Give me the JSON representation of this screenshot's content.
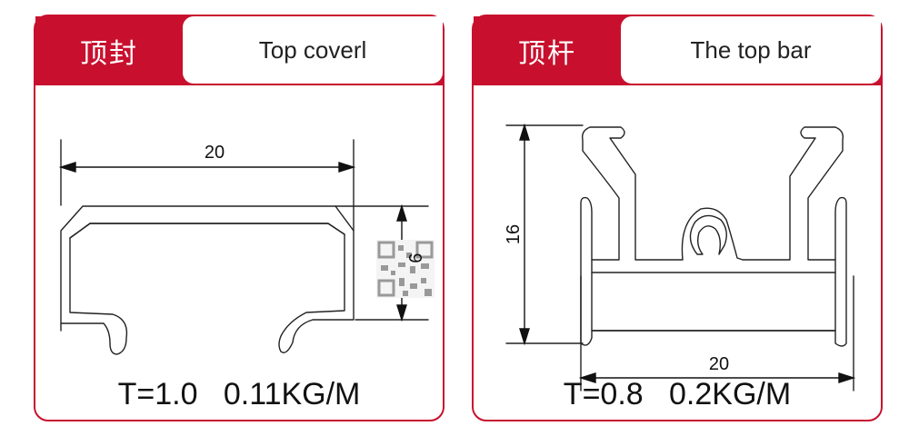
{
  "left_card": {
    "title_cn": "顶封",
    "title_en": "Top coverl",
    "width_dim": "20",
    "height_dim": "9",
    "spec": "T=1.0   0.11KG/M"
  },
  "right_card": {
    "title_cn": "顶杆",
    "title_en": "The top bar",
    "width_dim": "20",
    "height_dim": "16",
    "spec": "T=0.8   0.2KG/M"
  },
  "colors": {
    "accent": "#c8102e",
    "stroke": "#222222",
    "background": "#ffffff"
  },
  "icons": {
    "watermark": "qr-code-icon"
  }
}
